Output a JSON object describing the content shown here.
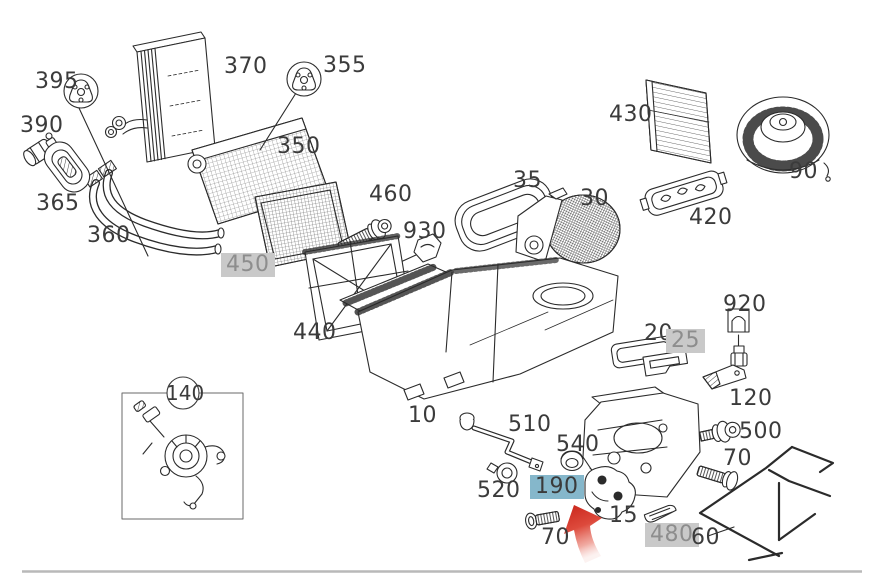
{
  "figure": {
    "kind": "exploded-parts-diagram",
    "subject": "HVAC heater / air conditioning unit parts",
    "selected_part": "190",
    "dimmed_parts": [
      "450",
      "25",
      "480"
    ],
    "colors": {
      "line": "#2b2b2b",
      "label_text": "#3b3b3b",
      "dimmed_label_bg": "#c9c9c9",
      "dimmed_label_text": "#8d8d8d",
      "selected_label_bg": "#85b7cb",
      "arrow_red": "#c9241a"
    }
  },
  "labels": [
    {
      "id": "395",
      "text": "395",
      "style": "plain"
    },
    {
      "id": "390",
      "text": "390",
      "style": "plain"
    },
    {
      "id": "365",
      "text": "365",
      "style": "plain"
    },
    {
      "id": "370",
      "text": "370",
      "style": "plain"
    },
    {
      "id": "355",
      "text": "355",
      "style": "plain"
    },
    {
      "id": "350",
      "text": "350",
      "style": "plain"
    },
    {
      "id": "360",
      "text": "360",
      "style": "plain"
    },
    {
      "id": "450",
      "text": "450",
      "style": "dimmed"
    },
    {
      "id": "460",
      "text": "460",
      "style": "plain"
    },
    {
      "id": "930",
      "text": "930",
      "style": "plain"
    },
    {
      "id": "440",
      "text": "440",
      "style": "plain"
    },
    {
      "id": "35",
      "text": "35",
      "style": "plain"
    },
    {
      "id": "30",
      "text": "30",
      "style": "plain"
    },
    {
      "id": "430",
      "text": "430",
      "style": "plain"
    },
    {
      "id": "90",
      "text": "90",
      "style": "plain"
    },
    {
      "id": "420",
      "text": "420",
      "style": "plain"
    },
    {
      "id": "920",
      "text": "920",
      "style": "plain"
    },
    {
      "id": "20",
      "text": "20",
      "style": "plain"
    },
    {
      "id": "25",
      "text": "25",
      "style": "dimmed"
    },
    {
      "id": "120",
      "text": "120",
      "style": "plain"
    },
    {
      "id": "500",
      "text": "500",
      "style": "plain"
    },
    {
      "id": "70-right",
      "text": "70",
      "style": "plain"
    },
    {
      "id": "10",
      "text": "10",
      "style": "plain"
    },
    {
      "id": "510",
      "text": "510",
      "style": "plain"
    },
    {
      "id": "540",
      "text": "540",
      "style": "plain"
    },
    {
      "id": "520",
      "text": "520",
      "style": "plain"
    },
    {
      "id": "190",
      "text": "190",
      "style": "selected"
    },
    {
      "id": "15",
      "text": "15",
      "style": "plain"
    },
    {
      "id": "70-bottom",
      "text": "70",
      "style": "plain"
    },
    {
      "id": "480",
      "text": "480",
      "style": "dimmed"
    },
    {
      "id": "60",
      "text": "60",
      "style": "plain"
    },
    {
      "id": "140",
      "text": "140",
      "style": "balloon"
    }
  ]
}
